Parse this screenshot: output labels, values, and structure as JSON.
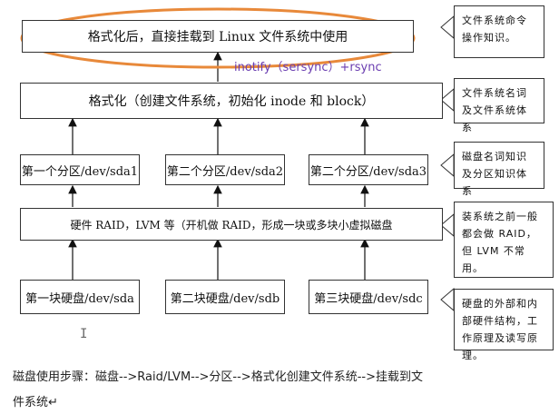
{
  "top_box": "格式化后，直接挂载到 Linux 文件系统中使用",
  "tool_label": "inotify（sersync）+rsync",
  "format_box": "格式化（创建文件系统，初始化 inode 和 block）",
  "partitions": [
    "第一个分区/dev/sda1",
    "第二个分区/dev/sda2",
    "第二个分区/dev/sda3"
  ],
  "raid_box": "硬件 RAID，LVM 等（开机做 RAID，形成一块或多块小虚拟磁盘",
  "disks": [
    "第一块硬盘/dev/sda",
    "第二块硬盘/dev/sdb",
    "第三块硬盘/dev/sdc"
  ],
  "notes": [
    "文件系统命令操作知识。",
    "文件系统名词及文件系统体系",
    "磁盘名词知识及分区知识体系",
    "装系统之前一般都会做 RAID，但 LVM 不常用。",
    "硬盘的外部和内部硬件结构，工作原理及读写原理。"
  ],
  "cursor_glyph": "I",
  "caption_line1": "磁盘使用步骤：磁盘-->Raid/LVM-->分区-->格式化创建文件系统-->挂载到文",
  "caption_line2": "件系统↵",
  "colors": {
    "highlight_ellipse": "#e8893a",
    "tool_text": "#6a3db0"
  }
}
